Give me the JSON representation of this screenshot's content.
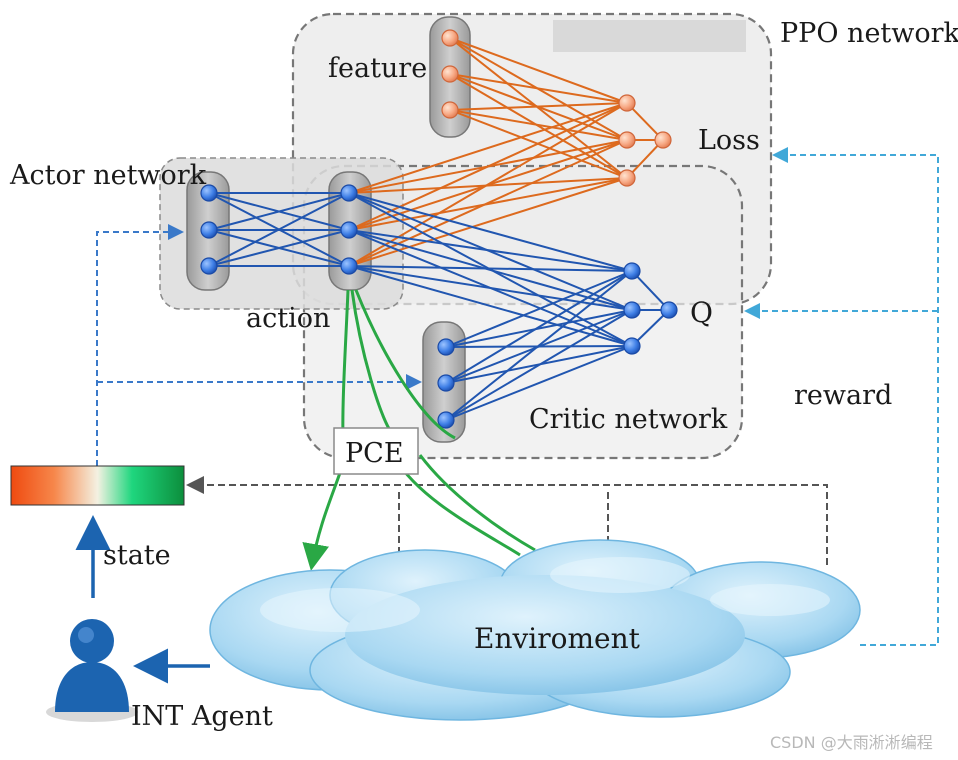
{
  "labels": {
    "ppo_network": "PPO network",
    "feature": "feature",
    "loss": "Loss",
    "actor_network": "Actor network",
    "action": "action",
    "q": "Q",
    "reward": "reward",
    "critic_network": "Critic network",
    "pce": "PCE",
    "state": "state",
    "environment": "Enviroment",
    "int_agent": "INT Agent"
  },
  "watermark": "CSDN @大雨淅淅编程",
  "colors": {
    "blue_link": "#2156b0",
    "orange_link": "#dd6a1e",
    "green_link": "#2aa845",
    "dashed_blue": "#3a79c9",
    "dashed_cyan": "#41a8d8",
    "dashed_gray": "#555555",
    "panel_fill": "#eeeeee",
    "cloud": "#a9d8f2",
    "agent": "#1c64b0"
  },
  "icons": [
    "person-icon",
    "cloud-icon"
  ]
}
